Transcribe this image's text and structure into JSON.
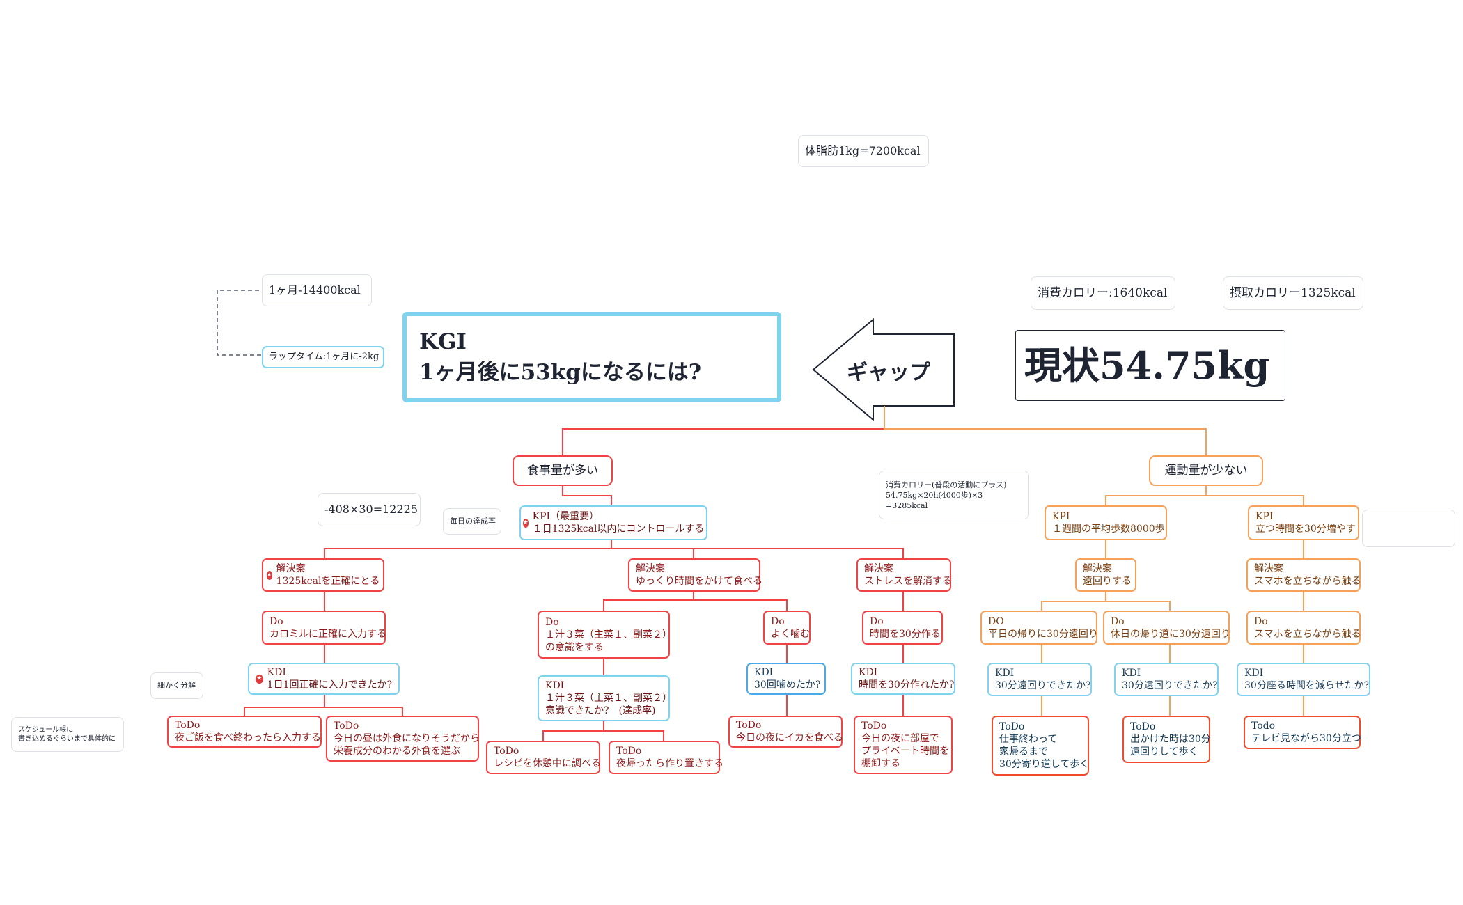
{
  "top_note": "体脂肪1kg=7200kcal",
  "monthly_deficit": "1ヶ月-14400kcal",
  "lap_time": "ラップタイム:1ヶ月に-2kg",
  "kgi": {
    "line1": "KGI",
    "line2": "1ヶ月後に53kgになるには?"
  },
  "gap_label": "ギャップ",
  "current_state": "現状54.75kg",
  "burn_calories": "消費カロリー:1640kcal",
  "intake_calories": "摂取カロリー1325kcal",
  "branch_food": "食事量が多い",
  "branch_exercise": "運動量が少ない",
  "calc_note": "-408×30=12225",
  "daily_rate_note": "毎日の達成率",
  "extra_burn_note": {
    "line1": "消費カロリー(普段の活動にプラス)",
    "line2": "54.75kg×20h(4000歩)×3",
    "line3": "=3285kcal"
  },
  "fine_breakdown_note": "細かく分解",
  "schedule_note": {
    "line1": "スケジュール帳に",
    "line2": "書き込めるぐらいまで具体的に"
  },
  "nodes": {
    "kpi_food": {
      "line1": "KPI（最重要）",
      "line2": "１日1325kcal以内にコントロールする"
    },
    "sol_1325": {
      "line1": "解決案",
      "line2": "1325kcalを正確にとる"
    },
    "sol_slow": {
      "line1": "解決案",
      "line2": "ゆっくり時間をかけて食べる"
    },
    "sol_stress": {
      "line1": "解決案",
      "line2": "ストレスを解消する"
    },
    "do_calomil": {
      "line1": "Do",
      "line2": "カロミルに正確に入力する"
    },
    "kdi_once": {
      "line1": "KDI",
      "line2": "1日1回正確に入力できたか?"
    },
    "todo_dinner": {
      "line1": "ToDo",
      "line2": "夜ご飯を食べ終わったら入力する"
    },
    "todo_lunch": {
      "line1": "ToDo",
      "line2": "今日の昼は外食になりそうだから",
      "line3": "栄養成分のわかる外食を選ぶ"
    },
    "do_ichiju": {
      "line1": "Do",
      "line2": "１汁３菜（主菜１、副菜２）",
      "line3": "の意識をする"
    },
    "kdi_ichiju": {
      "line1": "KDI",
      "line2": "１汁３菜（主菜１、副菜２）",
      "line3": "意識できたか?　(達成率)"
    },
    "todo_recipe": {
      "line1": "ToDo",
      "line2": "レシピを休憩中に調べる"
    },
    "todo_batch": {
      "line1": "ToDo",
      "line2": "夜帰ったら作り置きする"
    },
    "do_chew": {
      "line1": "Do",
      "line2": "よく噛む"
    },
    "kdi_chew": {
      "line1": "KDI",
      "line2": "30回噛めたか?"
    },
    "todo_squid": {
      "line1": "ToDo",
      "line2": "今日の夜にイカを食べる"
    },
    "do_30min": {
      "line1": "Do",
      "line2": "時間を30分作る"
    },
    "kdi_30min": {
      "line1": "KDI",
      "line2": "時間を30分作れたか?"
    },
    "todo_private": {
      "line1": "ToDo",
      "line2": "今日の夜に部屋で",
      "line3": "プライベート時間を",
      "line4": "棚卸する"
    },
    "kpi_steps": {
      "line1": "KPI",
      "line2": "１週間の平均歩数8000歩"
    },
    "kpi_stand": {
      "line1": "KPI",
      "line2": "立つ時間を30分増やす"
    },
    "sol_detour": {
      "line1": "解決案",
      "line2": "遠回りする"
    },
    "sol_phone": {
      "line1": "解決案",
      "line2": "スマホを立ちながら触る"
    },
    "do_weekday": {
      "line1": "DO",
      "line2": "平日の帰りに30分遠回り"
    },
    "do_holiday": {
      "line1": "Do",
      "line2": "休日の帰り道に30分遠回り"
    },
    "do_phone": {
      "line1": "Do",
      "line2": "スマホを立ちながら触る"
    },
    "kdi_weekday": {
      "line1": "KDI",
      "line2": "30分遠回りできたか?"
    },
    "kdi_holiday": {
      "line1": "KDI",
      "line2": "30分遠回りできたか?"
    },
    "kdi_sit": {
      "line1": "KDI",
      "line2": "30分座る時間を減らせたか?"
    },
    "todo_work": {
      "line1": "ToDo",
      "line2": "仕事終わって",
      "line3": "家帰るまで",
      "line4": "30分寄り道して歩く"
    },
    "todo_out": {
      "line1": "ToDo",
      "line2": "出かけた時は30分",
      "line3": "遠回りして歩く"
    },
    "todo_tv": {
      "line1": "Todo",
      "line2": "テレビ見ながら30分立つ"
    }
  },
  "colors": {
    "kgi_border": "#7fd3ec",
    "red": "#ef4346",
    "orange": "#f5a15a",
    "navy": "#1f2433"
  }
}
